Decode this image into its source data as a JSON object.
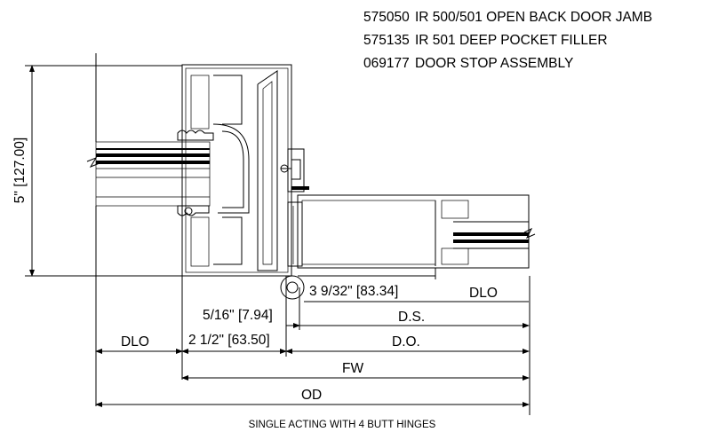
{
  "parts": [
    {
      "number": "575050",
      "description": "IR 500/501 OPEN BACK DOOR JAMB"
    },
    {
      "number": "575135",
      "description": "IR 501 DEEP POCKET FILLER"
    },
    {
      "number": "069177",
      "description": "DOOR STOP ASSEMBLY"
    }
  ],
  "dimensions": {
    "height": "5\" [127.00]",
    "hinge_to_edge": "3 9/32\" [83.34]",
    "dlo_right": "DLO",
    "stop_offset": "5/16\" [7.94]",
    "ds": "D.S.",
    "dlo_left": "DLO",
    "frame_width": "2 1/2\" [63.50]",
    "do": "D.O.",
    "fw": "FW",
    "od": "OD"
  },
  "caption": "SINGLE ACTING WITH 4 BUTT HINGES"
}
